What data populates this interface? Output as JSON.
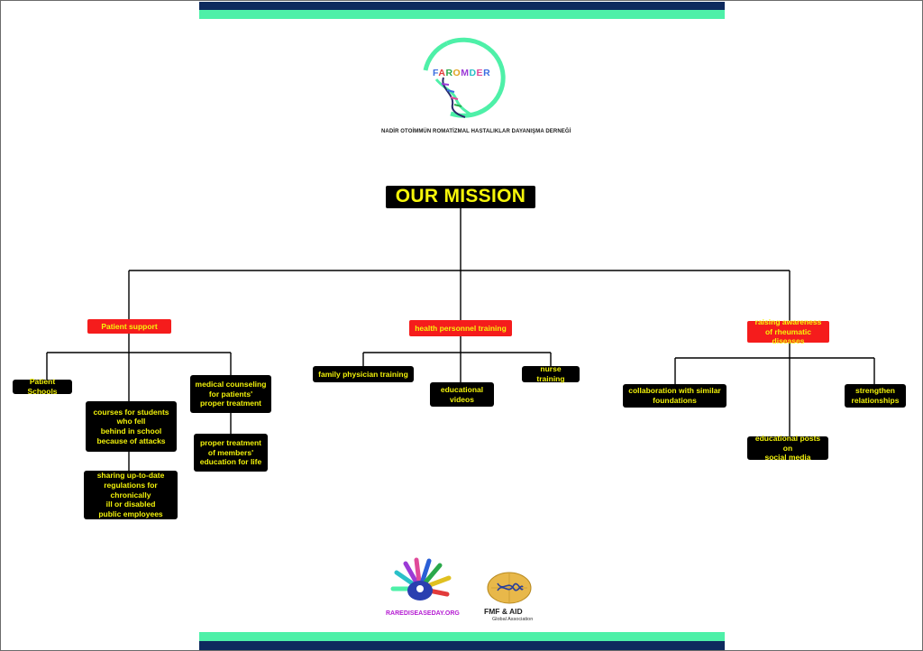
{
  "colors": {
    "navy": "#0e2a5e",
    "mint": "#4ef0a8",
    "black_box": "#000000",
    "red_box": "#f51c1c",
    "box_text": "#f5f50a",
    "line": "#000000"
  },
  "header": {
    "logo_letters": [
      "F",
      "A",
      "R",
      "O",
      "M",
      "D",
      "E",
      "R"
    ],
    "logo_letter_colors": [
      "#3a6de0",
      "#e23b3b",
      "#2aa84a",
      "#e0a320",
      "#9b3ad6",
      "#2ac0c8",
      "#e04a9a",
      "#3a6de0"
    ],
    "tagline": "NADİR OTOİMMÜN ROMATİZMAL HASTALIKLAR DAYANIŞMA DERNEĞİ"
  },
  "diagram": {
    "root": "OUR MISSION",
    "branches": [
      {
        "label": "Patient support",
        "children": [
          "Patient Schools",
          "courses for students\nwho fell\nbehind in school\nbecause of attacks",
          "sharing up-to-date\nregulations for chronically\nill or disabled\npublic employees",
          "medical counseling\nfor patients'\nproper treatment",
          "proper treatment\nof members'\neducation for life"
        ]
      },
      {
        "label": "health personnel training",
        "children": [
          "family physician training",
          "educational\nvideos",
          "nurse training"
        ]
      },
      {
        "label": "raising awareness\nof rheumatic diseases",
        "children": [
          "collaboration with similar\nfoundations",
          "educational posts on\nsocial media",
          "strengthen\nrelationships"
        ]
      }
    ]
  },
  "footer": {
    "rdd_text": "RAREDISEASEDAY.ORG",
    "fmf_name": "FMF & AID",
    "fmf_sub": "Global Association"
  }
}
